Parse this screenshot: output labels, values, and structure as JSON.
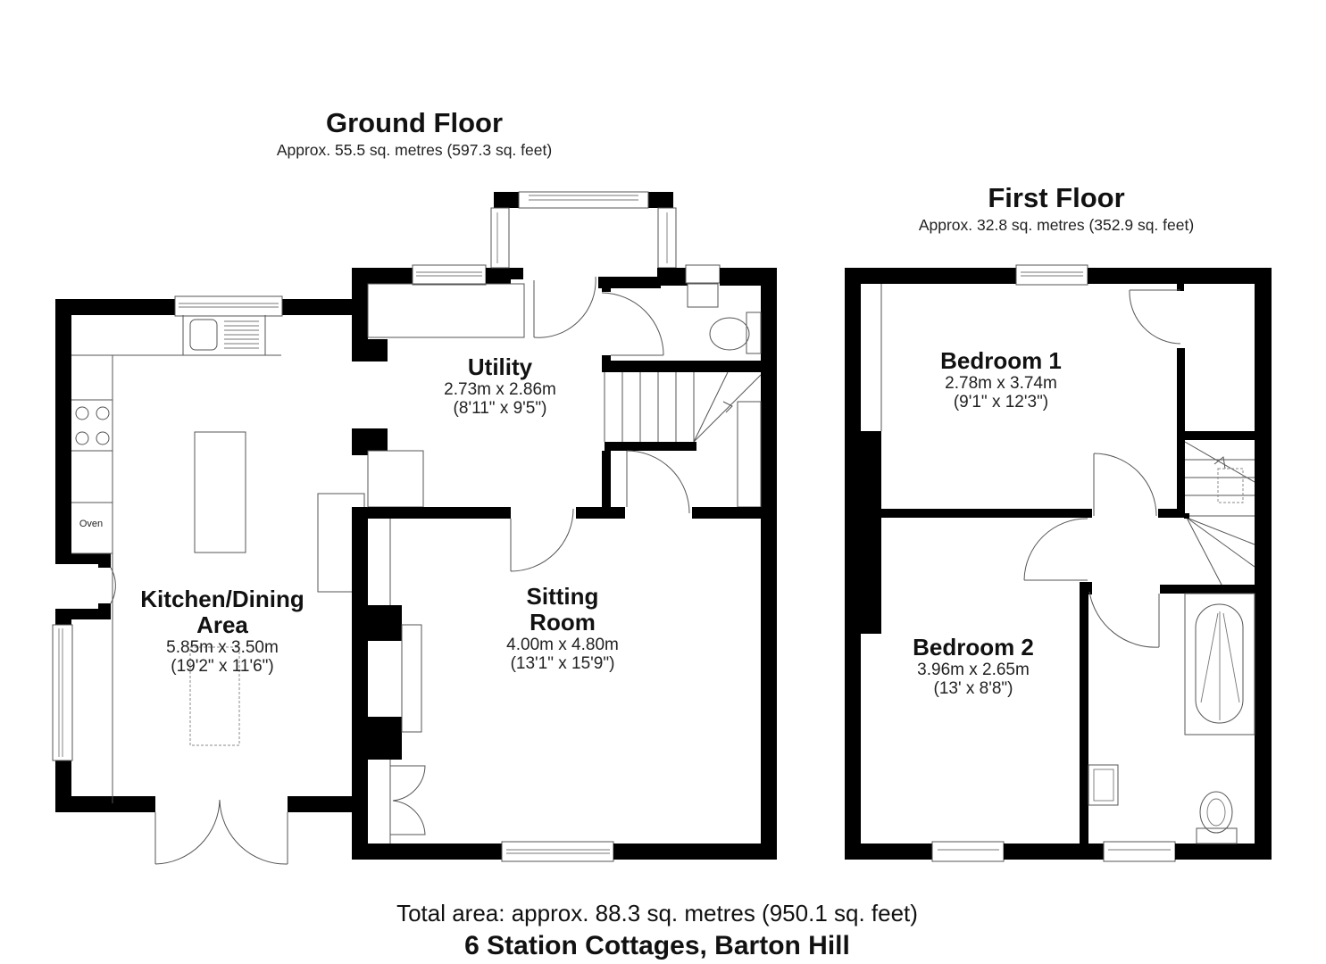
{
  "ground_floor": {
    "title": "Ground Floor",
    "area": "Approx. 55.5 sq. metres (597.3 sq. feet)",
    "rooms": [
      {
        "name_line1": "Kitchen/Dining",
        "name_line2": "Area",
        "dim_m": "5.85m x 3.50m",
        "dim_ft": "(19'2\" x 11'6\")"
      },
      {
        "name_line1": "Utility",
        "name_line2": "",
        "dim_m": "2.73m x 2.86m",
        "dim_ft": "(8'11\" x 9'5\")"
      },
      {
        "name_line1": "Sitting",
        "name_line2": "Room",
        "dim_m": "4.00m x 4.80m",
        "dim_ft": "(13'1\" x 15'9\")"
      }
    ],
    "fixtures": {
      "oven_label": "Oven"
    }
  },
  "first_floor": {
    "title": "First Floor",
    "area": "Approx. 32.8 sq. metres (352.9 sq. feet)",
    "rooms": [
      {
        "name_line1": "Bedroom 1",
        "dim_m": "2.78m x 3.74m",
        "dim_ft": "(9'1\" x 12'3\")"
      },
      {
        "name_line1": "Bedroom 2",
        "dim_m": "3.96m x 2.65m",
        "dim_ft": "(13' x 8'8\")"
      }
    ]
  },
  "footer": {
    "total_area": "Total area: approx. 88.3 sq. metres (950.1 sq. feet)",
    "address": "6 Station Cottages, Barton Hill"
  },
  "colors": {
    "wall": "#000000",
    "fixture_line": "#555555",
    "background": "#ffffff"
  }
}
